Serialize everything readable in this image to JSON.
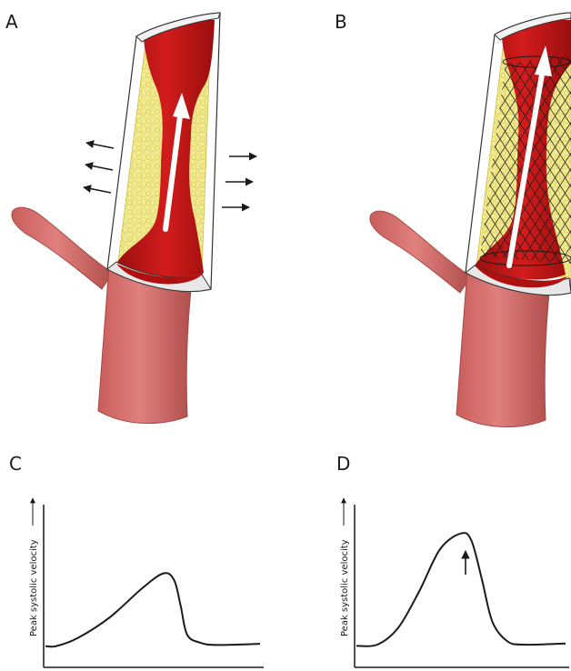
{
  "panels": {
    "a": {
      "letter": "A"
    },
    "b": {
      "letter": "B"
    },
    "c": {
      "letter": "C",
      "ylabel": "Peak systolic velocity"
    },
    "d": {
      "letter": "D",
      "ylabel": "Peak systolic velocity"
    }
  },
  "colors": {
    "vessel_outer": "#d9716f",
    "vessel_shadow": "#b85553",
    "lumen": "#c41414",
    "lumen_dark": "#8e0c0c",
    "plaque": "#f5ee9a",
    "plaque_edge": "#d9cf5c",
    "wall": "#ffffff",
    "line": "#1a1a1a"
  },
  "icons": {
    "flow_arrow": "white-arrow-icon",
    "wall_expansion": "black-arrow-icon",
    "stent": "stent-mesh-icon",
    "psv_increase": "up-arrow-icon"
  },
  "chart_data": [
    {
      "type": "line",
      "panel": "C",
      "xlabel": "",
      "ylabel": "Peak systolic velocity",
      "x": [
        0,
        0.05,
        0.15,
        0.3,
        0.45,
        0.55,
        0.6,
        0.63,
        0.66,
        0.72,
        0.8,
        1.0
      ],
      "y": [
        0.05,
        0.05,
        0.12,
        0.3,
        0.55,
        0.68,
        0.62,
        0.4,
        0.15,
        0.08,
        0.06,
        0.07
      ],
      "grid": false
    },
    {
      "type": "line",
      "panel": "D",
      "xlabel": "",
      "ylabel": "Peak systolic velocity",
      "x": [
        0,
        0.1,
        0.2,
        0.3,
        0.4,
        0.5,
        0.55,
        0.6,
        0.65,
        0.72,
        0.8,
        1.0
      ],
      "y": [
        0.05,
        0.06,
        0.2,
        0.5,
        0.85,
        0.98,
        0.92,
        0.6,
        0.25,
        0.09,
        0.06,
        0.07
      ],
      "grid": false
    }
  ]
}
